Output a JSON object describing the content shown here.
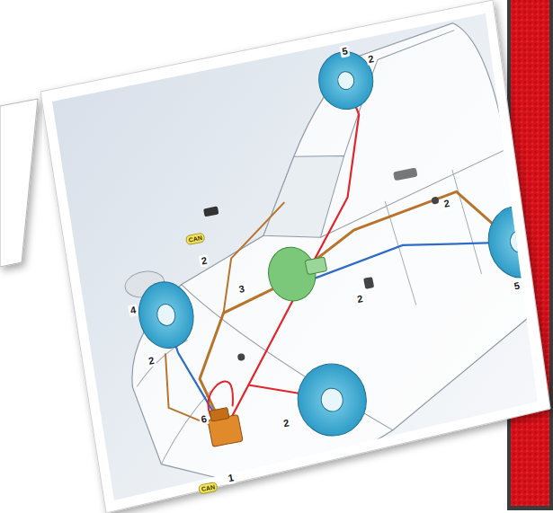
{
  "diagram": {
    "labels": [
      "5",
      "2",
      "2",
      "5",
      "4",
      "2",
      "2",
      "3",
      "2",
      "6",
      "1",
      "2",
      "CAN",
      "CAN"
    ]
  }
}
